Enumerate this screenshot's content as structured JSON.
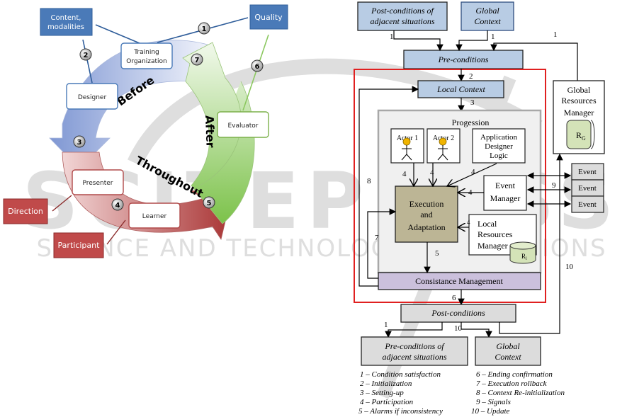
{
  "left_diagram": {
    "phases": [
      {
        "label": "Before",
        "color": "#8ea4d8"
      },
      {
        "label": "Throughout",
        "color": "#b84b4b"
      },
      {
        "label": "After",
        "color": "#8cc860"
      }
    ],
    "roles": {
      "training_organization": "Training Organization",
      "designer": "Designer",
      "presenter": "Presenter",
      "learner": "Learner",
      "evaluator": "Evaluator"
    },
    "inputs": {
      "content_modalities_line1": "Content,",
      "content_modalities_line2": "modalities",
      "quality": "Quality",
      "direction": "Direction",
      "participant": "Participant"
    },
    "training_org_line1": "Training",
    "training_org_line2": "Organization",
    "steps": [
      "1",
      "2",
      "3",
      "4",
      "5",
      "6",
      "7"
    ]
  },
  "right_diagram": {
    "post_conditions_adjacent": [
      "Post-conditions of",
      "adjacent situations"
    ],
    "global_context_top": [
      "Global",
      "Context"
    ],
    "pre_conditions": "Pre-conditions",
    "local_context": "Local Context",
    "progression": "Progession",
    "actor1": "Actor 1",
    "actor2": "Actor 2",
    "app_designer_logic": [
      "Application",
      "Designer",
      "Logic"
    ],
    "event_manager": [
      "Event",
      "Manager"
    ],
    "execution_adaptation": [
      "Execution",
      "and",
      "Adaptation"
    ],
    "local_resources_manager": [
      "Local",
      "Resources",
      "Manager"
    ],
    "local_resource_symbol": "R",
    "local_resource_sub": "l",
    "global_resources_manager": [
      "Global",
      "Resources",
      "Manager"
    ],
    "global_resource_symbol": "R",
    "global_resource_sub": "G",
    "events": [
      "Event",
      "Event",
      "Event"
    ],
    "consistance_management": "Consistance Management",
    "post_conditions": "Post-conditions",
    "pre_conditions_adjacent": [
      "Pre-conditions of",
      "adjacent situations"
    ],
    "global_context_bottom": [
      "Global",
      "Context"
    ],
    "edge_labels": {
      "e1a": "1",
      "e1b": "1",
      "e1c": "1",
      "e2": "2",
      "e3": "3",
      "e4a": "4",
      "e4b": "4",
      "e4c": "4",
      "e4d": "4",
      "e4e": "4",
      "e5": "5",
      "e6": "6",
      "e7": "7",
      "e8": "8",
      "e9": "9",
      "e10a": "10",
      "e1d": "1",
      "e10b": "10"
    },
    "legend_left": [
      "1 – Condition satisfaction",
      "2 – Initialization",
      "3 – Setting-up",
      "4 – Participation",
      "5 – Alarms if inconsistency"
    ],
    "legend_right": [
      "6 – Ending confirmation",
      "7 – Execution rollback",
      "8 – Context Re-initialization",
      "9 – Signals",
      "10 – Update"
    ]
  },
  "watermark": {
    "main": "SCITEPRESS",
    "sub": "SCIENCE AND TECHNOLOGY PUBLICATIONS"
  }
}
